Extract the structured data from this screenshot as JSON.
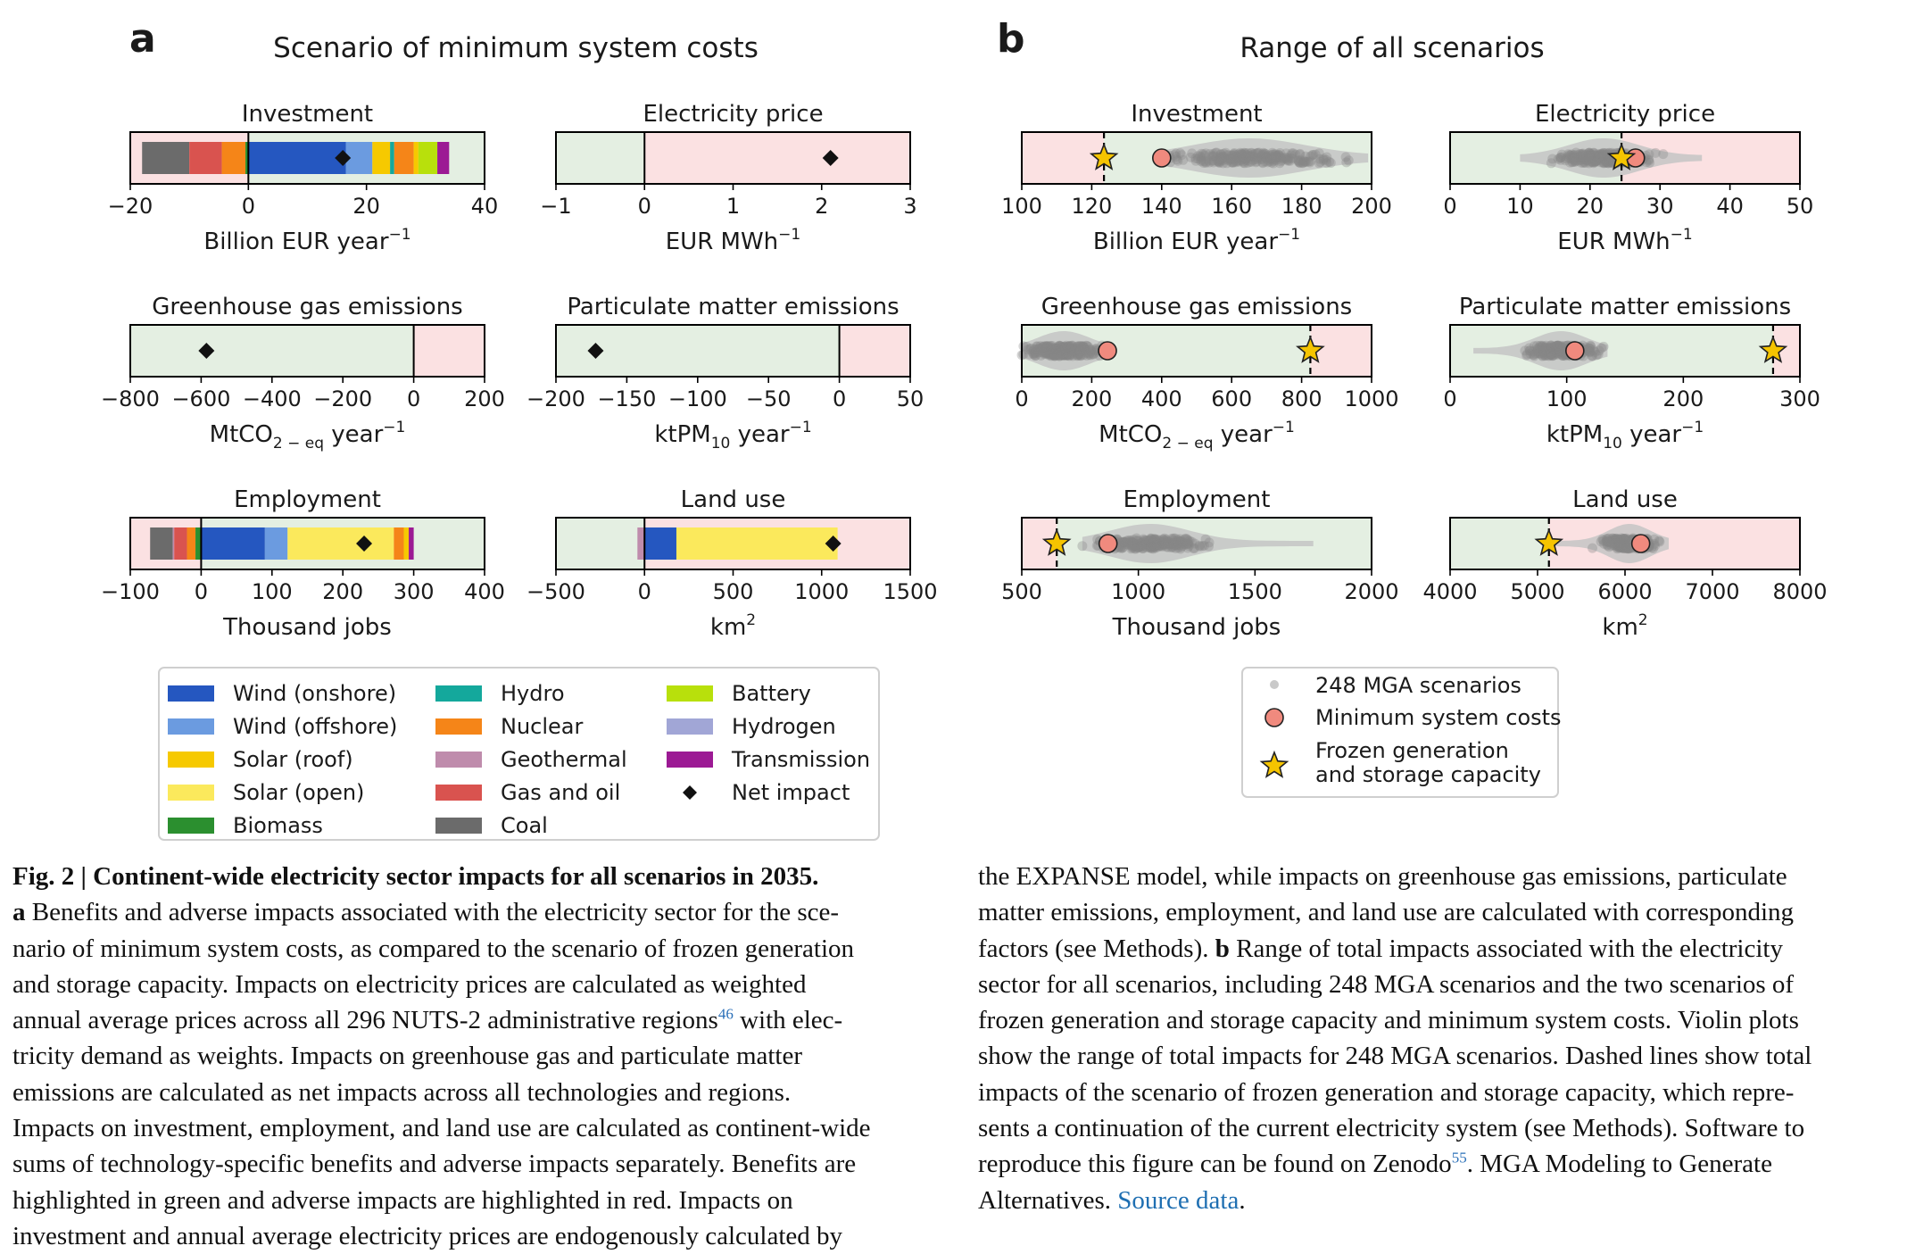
{
  "figure": {
    "panel_a": {
      "letter": "a",
      "title": "Scenario of minimum system costs"
    },
    "panel_b": {
      "letter": "b",
      "title": "Range of all scenarios"
    }
  },
  "colors": {
    "benefit_bg": "#e4efe2",
    "adverse_bg": "#fbe1e2",
    "wind_onshore": "#2557c0",
    "wind_offshore": "#6b9be0",
    "solar_roof": "#f6c900",
    "solar_open": "#fbe95c",
    "biomass": "#2b8f2f",
    "hydro": "#14a89c",
    "nuclear": "#f58518",
    "geothermal": "#bf8cac",
    "gas_oil": "#d9534f",
    "coal": "#6b6b6b",
    "battery": "#b8e00c",
    "hydrogen": "#a1a6d6",
    "transmission": "#9c1a94",
    "net_impact": "#111111",
    "min_cost_marker": "#f08a7e",
    "frozen_marker": "#f5c400",
    "mga_points": "#888888",
    "violin": "#c4c4c4"
  },
  "legend_a": {
    "items": [
      {
        "label": "Wind (onshore)",
        "key": "wind_onshore",
        "kind": "patch"
      },
      {
        "label": "Wind (offshore)",
        "key": "wind_offshore",
        "kind": "patch"
      },
      {
        "label": "Solar (roof)",
        "key": "solar_roof",
        "kind": "patch"
      },
      {
        "label": "Solar (open)",
        "key": "solar_open",
        "kind": "patch"
      },
      {
        "label": "Biomass",
        "key": "biomass",
        "kind": "patch"
      },
      {
        "label": "Hydro",
        "key": "hydro",
        "kind": "patch"
      },
      {
        "label": "Nuclear",
        "key": "nuclear",
        "kind": "patch"
      },
      {
        "label": "Geothermal",
        "key": "geothermal",
        "kind": "patch"
      },
      {
        "label": "Gas and oil",
        "key": "gas_oil",
        "kind": "patch"
      },
      {
        "label": "Coal",
        "key": "coal",
        "kind": "patch"
      },
      {
        "label": "Battery",
        "key": "battery",
        "kind": "patch"
      },
      {
        "label": "Hydrogen",
        "key": "hydrogen",
        "kind": "patch"
      },
      {
        "label": "Transmission",
        "key": "transmission",
        "kind": "patch"
      },
      {
        "label": "Net impact",
        "key": "net_impact",
        "kind": "diamond"
      }
    ]
  },
  "legend_b": {
    "items": [
      {
        "label": "248 MGA scenarios",
        "kind": "dot"
      },
      {
        "label": "Minimum system costs",
        "kind": "circle"
      },
      {
        "label": "Frozen generation",
        "label2": "and storage capacity",
        "kind": "star"
      }
    ]
  },
  "chart_data": [
    {
      "type": "bar",
      "panel": "a",
      "title": "Investment",
      "xlabel": "Billion EUR year",
      "xlabel_sup": "−1",
      "xlim": [
        -20,
        40
      ],
      "ticks": [
        -20,
        0,
        20,
        40
      ],
      "tick_labels": [
        "−20",
        "0",
        "20",
        "40"
      ],
      "benefit_side": "positive",
      "net_impact": 16,
      "segments": [
        {
          "tech": "coal",
          "from": -18,
          "to": -10
        },
        {
          "tech": "gas_oil",
          "from": -10,
          "to": -4.5
        },
        {
          "tech": "nuclear",
          "from": -4.5,
          "to": -0.5
        },
        {
          "tech": "biomass",
          "from": -0.5,
          "to": 0
        },
        {
          "tech": "wind_onshore",
          "from": 0,
          "to": 16.5
        },
        {
          "tech": "wind_offshore",
          "from": 16.5,
          "to": 21
        },
        {
          "tech": "solar_roof",
          "from": 21,
          "to": 24
        },
        {
          "tech": "hydro",
          "from": 24,
          "to": 24.7
        },
        {
          "tech": "nuclear",
          "from": 24.7,
          "to": 28
        },
        {
          "tech": "solar_roof",
          "from": 28,
          "to": 28.8
        },
        {
          "tech": "battery",
          "from": 28.8,
          "to": 32
        },
        {
          "tech": "transmission",
          "from": 32,
          "to": 34
        }
      ]
    },
    {
      "type": "bar",
      "panel": "a",
      "title": "Electricity price",
      "xlabel": "EUR MWh",
      "xlabel_sup": "−1",
      "xlim": [
        -1,
        3
      ],
      "ticks": [
        -1,
        0,
        1,
        2,
        3
      ],
      "tick_labels": [
        "−1",
        "0",
        "1",
        "2",
        "3"
      ],
      "benefit_side": "negative",
      "net_impact": 2.1,
      "segments": []
    },
    {
      "type": "bar",
      "panel": "a",
      "title": "Greenhouse gas emissions",
      "xlabel_pre": "MtCO",
      "xlabel_sub": "2 − eq",
      "xlabel": " year",
      "xlabel_sup": "−1",
      "xlim": [
        -800,
        200
      ],
      "ticks": [
        -800,
        -600,
        -400,
        -200,
        0,
        200
      ],
      "tick_labels": [
        "−800",
        "−600",
        "−400",
        "−200",
        "0",
        "200"
      ],
      "benefit_side": "negative",
      "net_impact": -585,
      "segments": []
    },
    {
      "type": "bar",
      "panel": "a",
      "title": "Particulate matter emissions",
      "xlabel_pre": "ktPM",
      "xlabel_sub": "10",
      "xlabel": " year",
      "xlabel_sup": "−1",
      "xlim": [
        -200,
        50
      ],
      "ticks": [
        -200,
        -150,
        -100,
        -50,
        0,
        50
      ],
      "tick_labels": [
        "−200",
        "−150",
        "−100",
        "−50",
        "0",
        "50"
      ],
      "benefit_side": "negative",
      "net_impact": -172,
      "segments": []
    },
    {
      "type": "bar",
      "panel": "a",
      "title": "Employment",
      "xlabel": "Thousand jobs",
      "xlim": [
        -100,
        400
      ],
      "ticks": [
        -100,
        0,
        100,
        200,
        300,
        400
      ],
      "tick_labels": [
        "−100",
        "0",
        "100",
        "200",
        "300",
        "400"
      ],
      "benefit_side": "positive",
      "net_impact": 230,
      "segments": [
        {
          "tech": "coal",
          "from": -72,
          "to": -40
        },
        {
          "tech": "geothermal",
          "from": -40,
          "to": -38
        },
        {
          "tech": "gas_oil",
          "from": -38,
          "to": -20
        },
        {
          "tech": "nuclear",
          "from": -20,
          "to": -8
        },
        {
          "tech": "biomass",
          "from": -8,
          "to": 0
        },
        {
          "tech": "wind_onshore",
          "from": 0,
          "to": 90
        },
        {
          "tech": "wind_offshore",
          "from": 90,
          "to": 122
        },
        {
          "tech": "solar_open",
          "from": 122,
          "to": 272
        },
        {
          "tech": "nuclear",
          "from": 272,
          "to": 286
        },
        {
          "tech": "solar_roof",
          "from": 286,
          "to": 293
        },
        {
          "tech": "transmission",
          "from": 293,
          "to": 300
        }
      ]
    },
    {
      "type": "bar",
      "panel": "a",
      "title": "Land use",
      "xlabel": "km",
      "xlabel_sup": "2",
      "xlim": [
        -500,
        1500
      ],
      "ticks": [
        -500,
        0,
        500,
        1000,
        1500
      ],
      "tick_labels": [
        "−500",
        "0",
        "500",
        "1000",
        "1500"
      ],
      "benefit_side": "negative",
      "net_impact": 1065,
      "segments": [
        {
          "tech": "geothermal",
          "from": -40,
          "to": 0
        },
        {
          "tech": "wind_onshore",
          "from": 0,
          "to": 180
        },
        {
          "tech": "solar_open",
          "from": 180,
          "to": 1090
        }
      ]
    },
    {
      "type": "scatter",
      "panel": "b",
      "title": "Investment",
      "xlabel": "Billion EUR year",
      "xlabel_sup": "−1",
      "xlim": [
        100,
        200
      ],
      "ticks": [
        100,
        120,
        140,
        160,
        180,
        200
      ],
      "tick_labels": [
        "100",
        "120",
        "140",
        "160",
        "180",
        "200"
      ],
      "benefit_side": "positive",
      "frozen": 123.5,
      "min_cost": 140,
      "mga_range": [
        140,
        199
      ],
      "mga_center": 165,
      "mga_spread": 16
    },
    {
      "type": "scatter",
      "panel": "b",
      "title": "Electricity price",
      "xlabel": "EUR MWh",
      "xlabel_sup": "−1",
      "xlim": [
        0,
        50
      ],
      "ticks": [
        0,
        10,
        20,
        30,
        40,
        50
      ],
      "tick_labels": [
        "0",
        "10",
        "20",
        "30",
        "40",
        "50"
      ],
      "benefit_side": "negative",
      "frozen": 24.5,
      "min_cost": 26.5,
      "mga_range": [
        10,
        36
      ],
      "mga_center": 22,
      "mga_spread": 5
    },
    {
      "type": "scatter",
      "panel": "b",
      "title": "Greenhouse gas emissions",
      "xlabel_pre": "MtCO",
      "xlabel_sub": "2 − eq",
      "xlabel": " year",
      "xlabel_sup": "−1",
      "xlim": [
        0,
        1000
      ],
      "ticks": [
        0,
        200,
        400,
        600,
        800,
        1000
      ],
      "tick_labels": [
        "0",
        "200",
        "400",
        "600",
        "800",
        "1000"
      ],
      "benefit_side": "negative",
      "frozen": 825,
      "min_cost": 245,
      "mga_range": [
        0,
        250
      ],
      "mga_center": 120,
      "mga_spread": 75
    },
    {
      "type": "scatter",
      "panel": "b",
      "title": "Particulate matter emissions",
      "xlabel_pre": "ktPM",
      "xlabel_sub": "10",
      "xlabel": " year",
      "xlabel_sup": "−1",
      "xlim": [
        0,
        300
      ],
      "ticks": [
        0,
        100,
        200,
        300
      ],
      "tick_labels": [
        "0",
        "100",
        "200",
        "300"
      ],
      "benefit_side": "negative",
      "frozen": 277,
      "min_cost": 107,
      "mga_range": [
        20,
        135
      ],
      "mga_center": 95,
      "mga_spread": 22
    },
    {
      "type": "scatter",
      "panel": "b",
      "title": "Employment",
      "xlabel": "Thousand jobs",
      "xlim": [
        500,
        2000
      ],
      "ticks": [
        500,
        1000,
        1500,
        2000
      ],
      "tick_labels": [
        "500",
        "1000",
        "1500",
        "2000"
      ],
      "benefit_side": "positive",
      "frozen": 650,
      "min_cost": 870,
      "mga_range": [
        760,
        1750
      ],
      "mga_center": 1050,
      "mga_spread": 170
    },
    {
      "type": "scatter",
      "panel": "b",
      "title": "Land use",
      "xlabel": "km",
      "xlabel_sup": "2",
      "xlim": [
        4000,
        8000
      ],
      "ticks": [
        4000,
        5000,
        6000,
        7000,
        8000
      ],
      "tick_labels": [
        "4000",
        "5000",
        "6000",
        "7000",
        "8000"
      ],
      "benefit_side": "negative",
      "frozen": 5130,
      "min_cost": 6180,
      "mga_range": [
        5200,
        6500
      ],
      "mga_center": 6050,
      "mga_spread": 240
    }
  ],
  "caption": {
    "col1_lines": [
      [
        {
          "t": "Fig. 2 | Continent-wide electricity sector impacts for all scenarios in 2035.",
          "b": true
        }
      ],
      [
        {
          "t": "a",
          "b": true
        },
        {
          "t": " Benefits and adverse impacts associated with the electricity sector for the sce-"
        }
      ],
      [
        {
          "t": "nario of minimum system costs, as compared to the scenario of frozen generation"
        }
      ],
      [
        {
          "t": "and storage capacity. Impacts on electricity prices are calculated as weighted"
        }
      ],
      [
        {
          "t": "annual average prices across all 296 NUTS-2 administrative regions"
        },
        {
          "t": "46",
          "sup": true
        },
        {
          "t": " with elec-"
        }
      ],
      [
        {
          "t": "tricity demand as weights. Impacts on greenhouse gas and particulate matter"
        }
      ],
      [
        {
          "t": "emissions are calculated as net impacts across all technologies and regions."
        }
      ],
      [
        {
          "t": "Impacts on investment, employment, and land use are calculated as continent-wide"
        }
      ],
      [
        {
          "t": "sums of technology-specific benefits and adverse impacts separately. Benefits are"
        }
      ],
      [
        {
          "t": "highlighted in green and adverse impacts are highlighted in red. Impacts on"
        }
      ],
      [
        {
          "t": "investment and annual average electricity prices are endogenously calculated by"
        }
      ]
    ],
    "col2_lines": [
      [
        {
          "t": "the EXPANSE model, while impacts on greenhouse gas emissions, particulate"
        }
      ],
      [
        {
          "t": "matter emissions, employment, and land use are calculated with corresponding"
        }
      ],
      [
        {
          "t": "factors (see Methods). "
        },
        {
          "t": "b",
          "b": true
        },
        {
          "t": " Range of total impacts associated with the electricity"
        }
      ],
      [
        {
          "t": "sector for all scenarios, including 248 MGA scenarios and the two scenarios of"
        }
      ],
      [
        {
          "t": "frozen generation and storage capacity and minimum system costs. Violin plots"
        }
      ],
      [
        {
          "t": "show the range of total impacts for 248 MGA scenarios. Dashed lines show total"
        }
      ],
      [
        {
          "t": "impacts of the scenario of frozen generation and storage capacity, which repre-"
        }
      ],
      [
        {
          "t": "sents a continuation of the current electricity system (see Methods). Software to"
        }
      ],
      [
        {
          "t": "reproduce this figure can be found on Zenodo"
        },
        {
          "t": "55",
          "sup": true
        },
        {
          "t": ". MGA Modeling to Generate"
        }
      ],
      [
        {
          "t": "Alternatives. "
        },
        {
          "t": "Source data",
          "link": true
        },
        {
          "t": "."
        }
      ]
    ]
  }
}
